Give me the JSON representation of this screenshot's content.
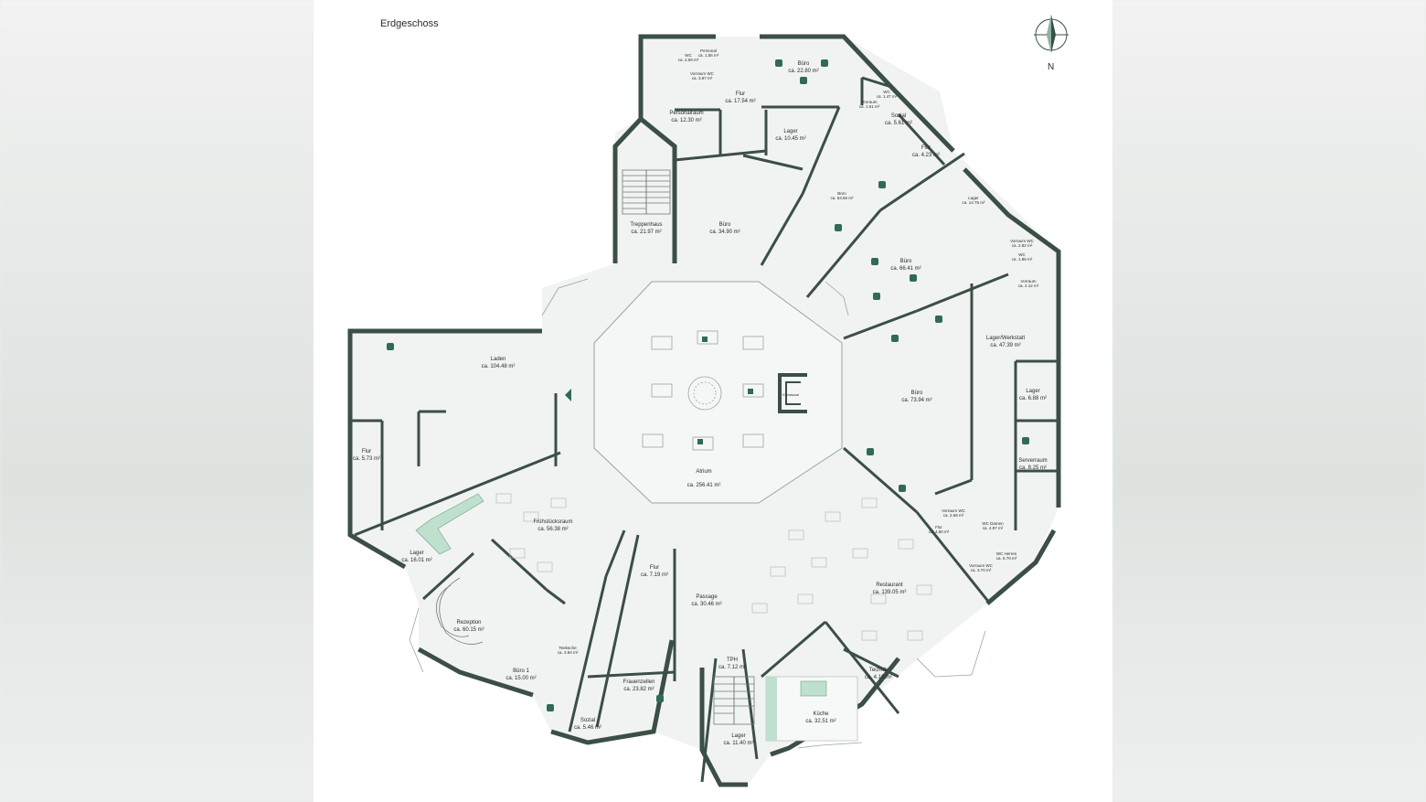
{
  "floor_title": "Erdgeschoss",
  "compass": {
    "letter": "N"
  },
  "colors": {
    "wall": "#3b4f45",
    "floor": "#f1f3f2",
    "furniture": "#2f6b55",
    "accent": "#bfe0cf"
  },
  "rooms": [
    {
      "id": "personalwc",
      "name": "Personal",
      "area": "ca. 1.56 m²"
    },
    {
      "id": "wc-top",
      "name": "WC",
      "area": "ca. 2.59 m²"
    },
    {
      "id": "vorraum-wc-top",
      "name": "Vorraum WC",
      "area": "ca. 3.97 m²"
    },
    {
      "id": "buero-top",
      "name": "Büro",
      "area": "ca. 22.80 m²"
    },
    {
      "id": "flur-top",
      "name": "Flur",
      "area": "ca. 17.54 m²"
    },
    {
      "id": "personalraum",
      "name": "Personalraum",
      "area": "ca. 12.30 m²"
    },
    {
      "id": "wc-r1",
      "name": "WC",
      "area": "ca. 1.47 m²"
    },
    {
      "id": "vorraum-r1",
      "name": "Vorraum",
      "area": "ca. 1.51 m²"
    },
    {
      "id": "sozial-top",
      "name": "Sozial",
      "area": "ca. 5.61 m²"
    },
    {
      "id": "lager-top",
      "name": "Lager",
      "area": "ca. 10.45 m²"
    },
    {
      "id": "flur-r1",
      "name": "Flur",
      "area": "ca. 4.23 m²"
    },
    {
      "id": "buero-r2",
      "name": "Büro",
      "area": "ca. 53.66 m²"
    },
    {
      "id": "lager-r2",
      "name": "Lager",
      "area": "ca. 14.75 m²"
    },
    {
      "id": "treppenhaus",
      "name": "Treppenhaus",
      "area": "ca. 21.97 m²"
    },
    {
      "id": "buero-mid",
      "name": "Büro",
      "area": "ca. 34.90 m²"
    },
    {
      "id": "vorraum-wc-r",
      "name": "Vorraum WC",
      "area": "ca. 2.82 m²"
    },
    {
      "id": "wc-r2",
      "name": "WC",
      "area": "ca. 1.96 m²"
    },
    {
      "id": "buero-r3",
      "name": "Büro",
      "area": "ca. 66.41 m²"
    },
    {
      "id": "vorraum-r3",
      "name": "Vorraum",
      "area": "ca. 2.12 m²"
    },
    {
      "id": "laden",
      "name": "Laden",
      "area": "ca. 104.48 m²"
    },
    {
      "id": "lagerwerkstatt",
      "name": "Lager/Werkstatt",
      "area": "ca. 47.39 m²"
    },
    {
      "id": "buero-r4",
      "name": "Büro",
      "area": "ca. 73.94 m²"
    },
    {
      "id": "lager-r4",
      "name": "Lager",
      "area": "ca. 6.88 m²"
    },
    {
      "id": "atrium",
      "name": "Atrium",
      "area": "ca. 256.41 m²"
    },
    {
      "id": "flur-left",
      "name": "Flur",
      "area": "ca. 5.73 m²"
    },
    {
      "id": "serverraum",
      "name": "Serverraum",
      "area": "ca. 8.25 m²"
    },
    {
      "id": "fruehstueck",
      "name": "Frühstücksraum",
      "area": "ca. 56.38 m²"
    },
    {
      "id": "vorraum-wc-rr",
      "name": "Vorraum WC",
      "area": "ca. 2.69 m²"
    },
    {
      "id": "wc-damen-r",
      "name": "WC Damen",
      "area": "ca. 4.97 m²"
    },
    {
      "id": "flur-rr",
      "name": "Flur",
      "area": "ca. 4.60 m²"
    },
    {
      "id": "wc-herren-r",
      "name": "WC Herren",
      "area": "ca. 6.79 m²"
    },
    {
      "id": "vorraum-wc-rr2",
      "name": "Vorraum WC",
      "area": "ca. 3.70 m²"
    },
    {
      "id": "lager-left",
      "name": "Lager",
      "area": "ca. 16.01 m²"
    },
    {
      "id": "flur-mid",
      "name": "Flur",
      "area": "ca. 7.19 m²"
    },
    {
      "id": "restaurant",
      "name": "Restaurant",
      "area": "ca. 139.05 m²"
    },
    {
      "id": "passage",
      "name": "Passage",
      "area": "ca. 30.46 m²"
    },
    {
      "id": "rezeption",
      "name": "Rezeption",
      "area": "ca. 60.15 m²"
    },
    {
      "id": "teekueche",
      "name": "Teeküche",
      "area": "ca. 3.84 m²"
    },
    {
      "id": "tph",
      "name": "TPH",
      "area": "ca. 7.12 m²"
    },
    {
      "id": "technik",
      "name": "Technik",
      "area": "ca. 4.10 m²"
    },
    {
      "id": "buero1",
      "name": "Büro 1",
      "area": "ca. 15.00 m²"
    },
    {
      "id": "frauenzellen",
      "name": "Frauenzellen",
      "area": "ca. 23.82 m²"
    },
    {
      "id": "kueche",
      "name": "Küche",
      "area": "ca. 32.51 m²"
    },
    {
      "id": "sozial-bottom",
      "name": "Sozial",
      "area": "ca. 5.46 m²"
    },
    {
      "id": "lager-bottom",
      "name": "Lager",
      "area": "ca. 11.40 m²"
    }
  ],
  "small_labels": {
    "kunstsaal": "Kunstsaal"
  }
}
